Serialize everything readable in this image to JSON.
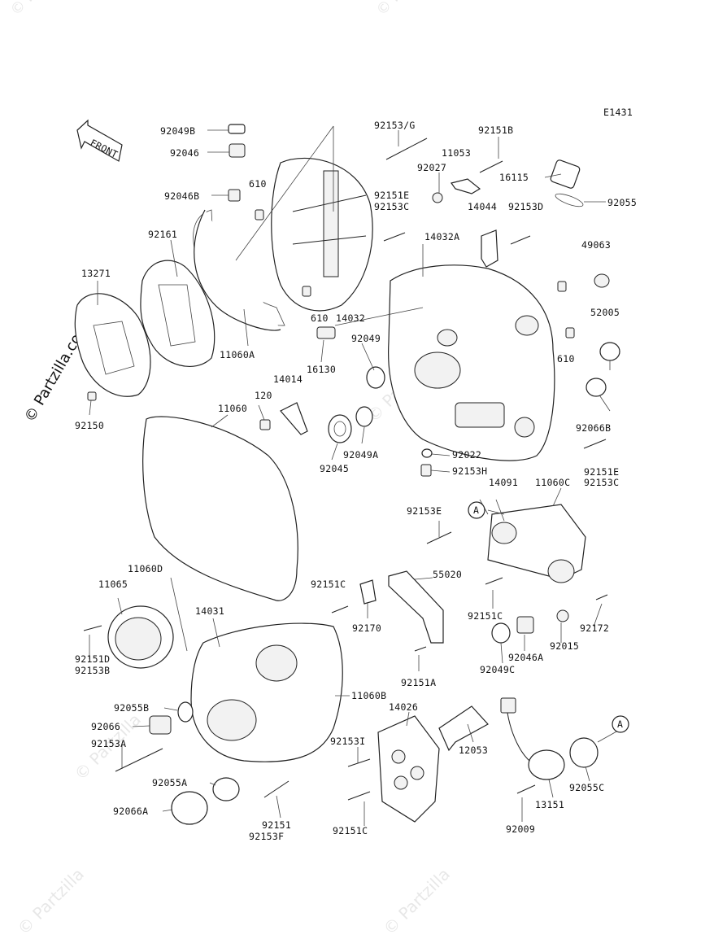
{
  "diagram_code": "E1431",
  "front_label": "FRONT",
  "copyright": "© Partzilla.com",
  "callout_letter": "A",
  "watermark": "© Partzilla",
  "parts": [
    "92049B",
    "92046",
    "92046B",
    "610",
    "92153/G",
    "92151B",
    "11053",
    "92027",
    "16115",
    "92151E",
    "92153C",
    "92055",
    "14044",
    "92153D",
    "14032A",
    "49063",
    "92161",
    "13271",
    "11060A",
    "610",
    "14032",
    "16130",
    "92049",
    "610",
    "52005",
    "14014",
    "120",
    "92150",
    "11060",
    "92045",
    "92049A",
    "92022",
    "92066B",
    "92153H",
    "92151E",
    "92153C",
    "14091",
    "11060C",
    "92153E",
    "A",
    "11060D",
    "11065",
    "14031",
    "92151C",
    "55020",
    "92170",
    "92151C",
    "92172",
    "92151D",
    "92153B",
    "92046A",
    "92015",
    "92049C",
    "92151A",
    "92055B",
    "11060B",
    "92066",
    "14026",
    "92153A",
    "92153I",
    "12053",
    "A",
    "92055A",
    "92066A",
    "92055C",
    "13151",
    "92151",
    "92153F",
    "92151C",
    "92009"
  ]
}
